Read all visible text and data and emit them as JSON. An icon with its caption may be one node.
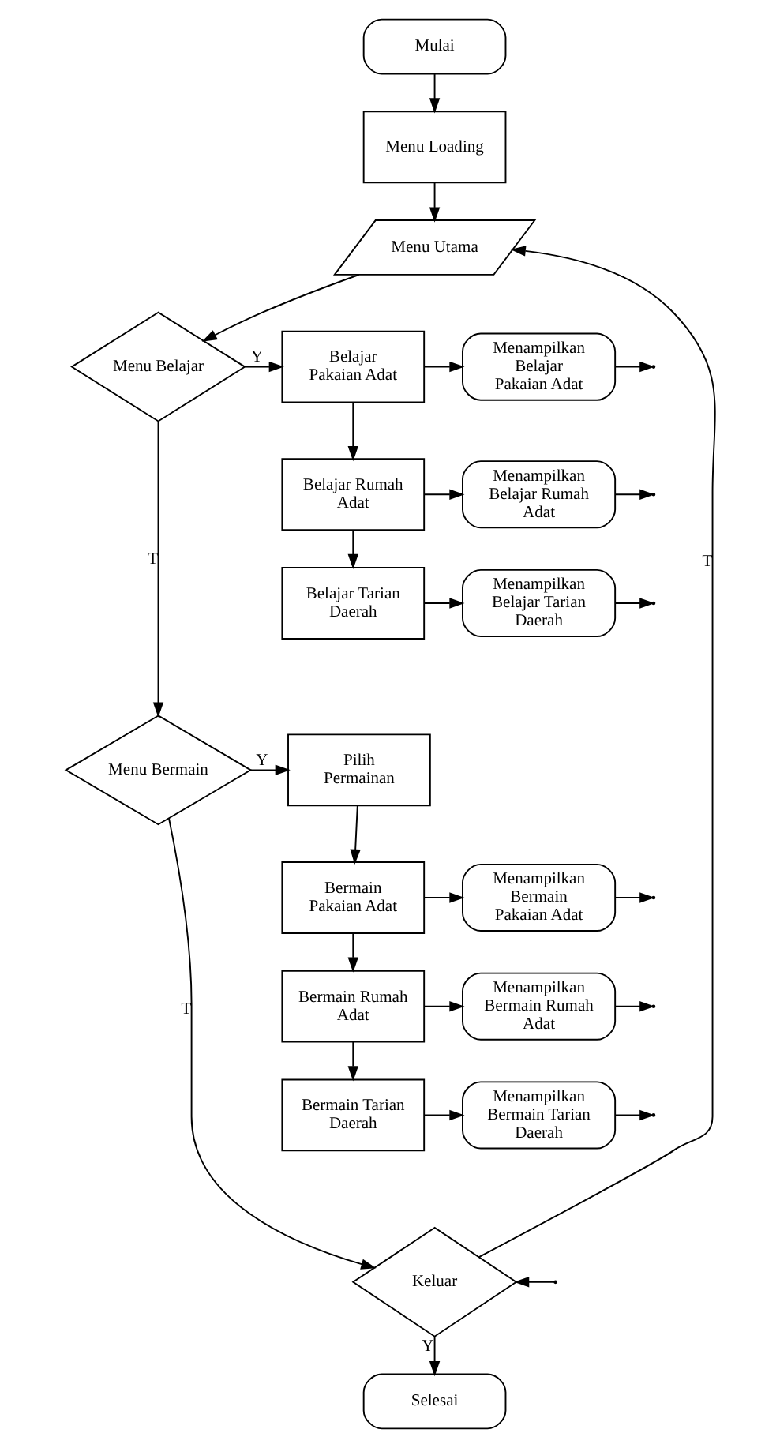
{
  "diagram": {
    "nodes": [
      {
        "text": [
          "Mulai"
        ]
      },
      {
        "text": [
          "Menu Loading"
        ]
      },
      {
        "text": [
          "Menu Utama"
        ]
      },
      {
        "text": [
          "Menu Belajar"
        ]
      },
      {
        "text": [
          "Belajar Pakaian Adat"
        ]
      },
      {
        "text": [
          "Menampilkan Belajar Pakaian Adat"
        ]
      },
      {
        "text": [
          "Belajar Rumah Adat"
        ]
      },
      {
        "text": [
          "Menampilkan Belajar Rumah Adat"
        ]
      },
      {
        "text": [
          "Belajar Tarian Daerah"
        ]
      },
      {
        "text": [
          "Menampilkan Belajar Tarian Daerah"
        ]
      },
      {
        "text": [
          "Menu Bermain"
        ]
      },
      {
        "text": [
          "Pilih Permainan"
        ]
      },
      {
        "text": [
          "Bermain Pakaian Adat"
        ]
      },
      {
        "text": [
          "Menampilkan Bermain Pakaian Adat"
        ]
      },
      {
        "text": [
          "Bermain Rumah Adat"
        ]
      },
      {
        "text": [
          "Menampilkan Bermain Rumah Adat"
        ]
      },
      {
        "text": [
          "Bermain Tarian Daerah"
        ]
      },
      {
        "text": [
          "Menampilkan Bermain Tarian Daerah"
        ]
      },
      {
        "text": [
          "Keluar"
        ]
      },
      {
        "text": [
          "Selesai"
        ]
      }
    ],
    "edges": [
      {
        "from": 0,
        "to": 1,
        "arrow": "to"
      },
      {
        "from": 1,
        "to": 2,
        "arrow": "to"
      },
      {
        "from": 2,
        "to": 3,
        "arrow": "to"
      },
      {
        "from": 3,
        "to": 4,
        "arrow": "to",
        "label": "Y"
      },
      {
        "from": 4,
        "to": 5,
        "arrow": "to"
      },
      {
        "from": 4,
        "to": 6,
        "arrow": "to"
      },
      {
        "from": 6,
        "to": 7,
        "arrow": "to"
      },
      {
        "from": 6,
        "to": 8,
        "arrow": "to"
      },
      {
        "from": 8,
        "to": 9,
        "arrow": "to"
      },
      {
        "from": 3,
        "to": 10,
        "arrow": "to",
        "label": "T"
      },
      {
        "from": 10,
        "to": 11,
        "arrow": "to",
        "label": "Y"
      },
      {
        "from": 11,
        "to": 12,
        "arrow": "to"
      },
      {
        "from": 12,
        "to": 13,
        "arrow": "to"
      },
      {
        "from": 12,
        "to": 14,
        "arrow": "to"
      },
      {
        "from": 14,
        "to": 15,
        "arrow": "to"
      },
      {
        "from": 14,
        "to": 16,
        "arrow": "to"
      },
      {
        "from": 16,
        "to": 17,
        "arrow": "to"
      },
      {
        "from": 10,
        "to": 18,
        "arrow": "to",
        "label": "T"
      },
      {
        "from": 18,
        "to": 2,
        "arrow": "to",
        "label": "T"
      },
      {
        "from": 18,
        "to": 19,
        "arrow": "to",
        "label": "Y"
      },
      {
        "from": 5,
        "to": null,
        "arrow": "to"
      },
      {
        "from": 7,
        "to": null,
        "arrow": "to"
      },
      {
        "from": 9,
        "to": null,
        "arrow": "to"
      },
      {
        "from": 13,
        "to": null,
        "arrow": "to"
      },
      {
        "from": 15,
        "to": null,
        "arrow": "to"
      },
      {
        "from": 17,
        "to": null,
        "arrow": "to"
      },
      {
        "from": null,
        "to": 18,
        "arrow": "to"
      }
    ]
  }
}
